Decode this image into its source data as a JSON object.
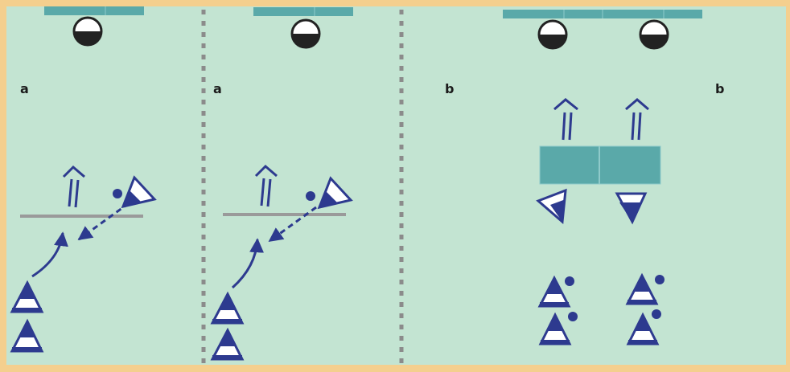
{
  "colors": {
    "frame": "#f4cf8e",
    "field": "#c3e4d2",
    "divider": "#8b8b8b",
    "goal": "#5aa9a9",
    "navy": "#2d3a8f",
    "ball_dark": "#222222",
    "ball_light": "#ffffff",
    "line": "#9a9a9a"
  },
  "labels": {
    "panel1": "a",
    "panel2": "a",
    "panel3_left": "b",
    "panel3_right": "b"
  },
  "icons": {
    "player": "triangle-cone-icon",
    "ball": "dot-icon",
    "goal_ball": "half-filled-circle-icon",
    "run": "double-arrow-up-icon",
    "pass": "dashed-arrow-icon",
    "dribble": "curved-arrow-icon",
    "goal": "rectangular-goal-icon"
  }
}
